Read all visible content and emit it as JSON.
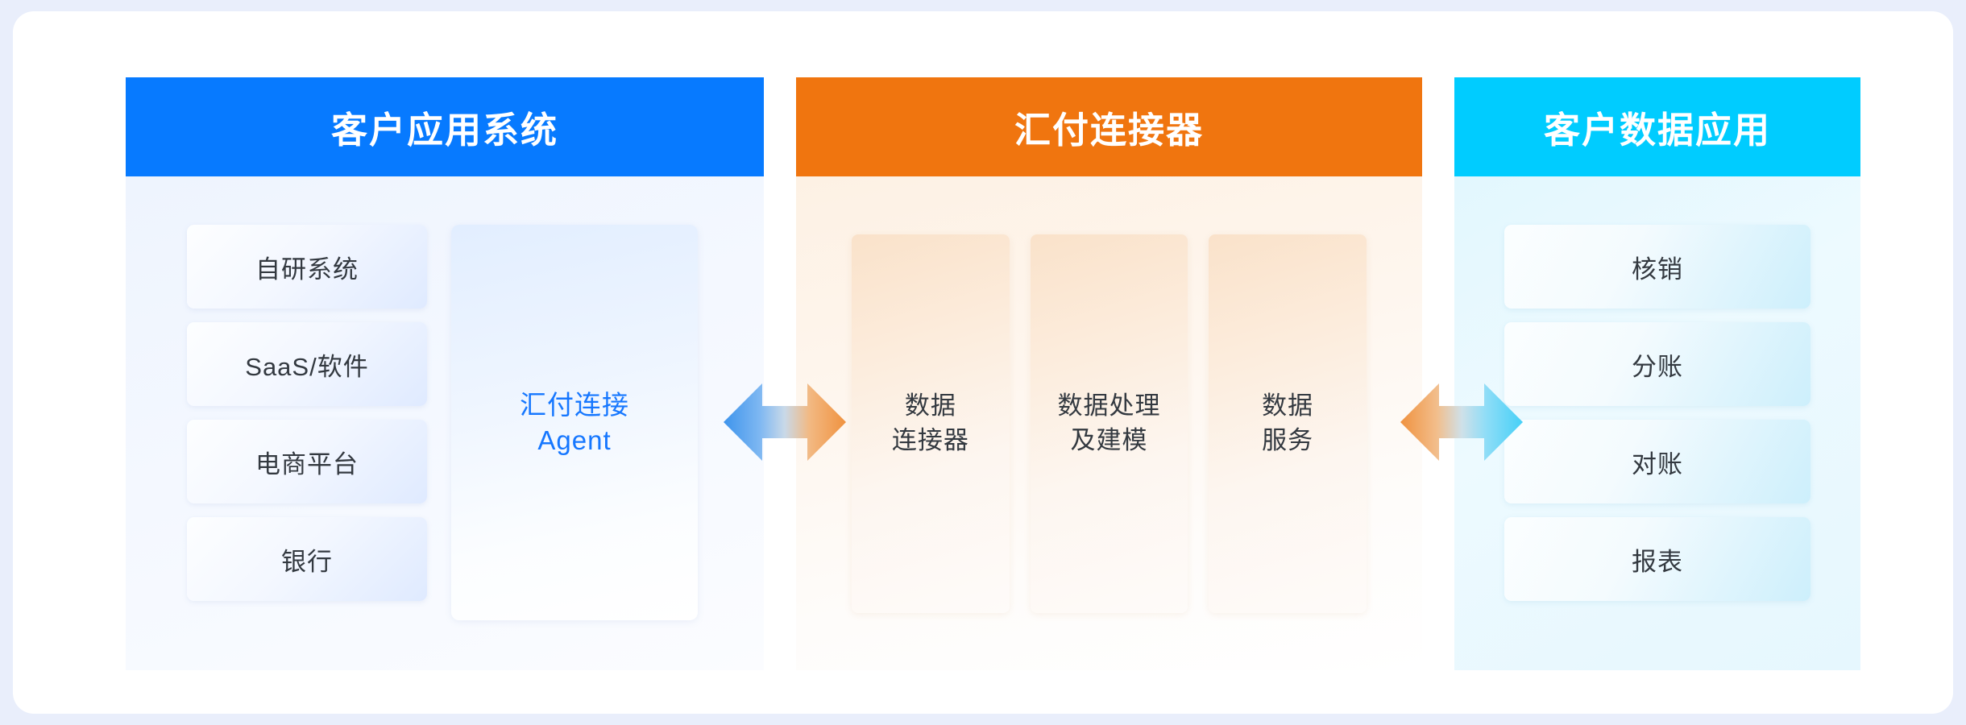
{
  "diagram": {
    "columns": [
      {
        "id": "customer-application-system",
        "title": "客户应用系统",
        "header_color": "#077AFF",
        "items": [
          "自研系统",
          "SaaS/软件",
          "电商平台",
          "银行"
        ],
        "highlight_card": {
          "line1": "汇付连接",
          "line2": "Agent",
          "text_color": "#1677FF"
        }
      },
      {
        "id": "huifu-connector",
        "title": "汇付连接器",
        "header_color": "#F0750F",
        "items": [
          {
            "line1": "数据",
            "line2": "连接器"
          },
          {
            "line1": "数据处理",
            "line2": "及建模"
          },
          {
            "line1": "数据",
            "line2": "服务"
          }
        ]
      },
      {
        "id": "customer-data-application",
        "title": "客户数据应用",
        "header_color": "#00CCFF",
        "items": [
          "核销",
          "分账",
          "对账",
          "报表"
        ]
      }
    ],
    "connectors": [
      {
        "id": "connector-left",
        "name": "bidirectional-arrow",
        "left_color": "#4A9BEE",
        "right_color": "#F0974A"
      },
      {
        "id": "connector-right",
        "name": "bidirectional-arrow",
        "left_color": "#F0974A",
        "right_color": "#4DD2F7"
      }
    ]
  }
}
